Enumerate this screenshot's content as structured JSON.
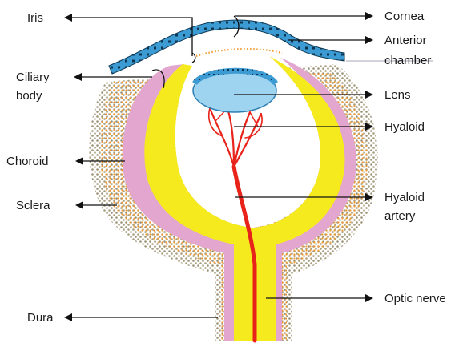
{
  "labels": {
    "iris": "Iris",
    "ciliary_body_line1": "Ciliary",
    "ciliary_body_line2": "body",
    "choroid": "Choroid",
    "sclera": "Sclera",
    "dura": "Dura",
    "cornea": "Cornea",
    "anterior_chamber_line1": "Anterior",
    "anterior_chamber_line2": "chamber",
    "lens": "Lens",
    "hyaloid": "Hyaloid",
    "hyaloid_artery_line1": "Hyaloid",
    "hyaloid_artery_line2": "artery",
    "optic_nerve": "Optic nerve"
  },
  "colors": {
    "cornea_cells": "#3d9bd4",
    "lens": "#9fd4f0",
    "yellow_layer": "#f5ea1e",
    "pink_layer": "#e3a6cf",
    "orange_dots": "#f39a2e",
    "grey_dots": "#9b9276",
    "artery": "#e8231a"
  }
}
